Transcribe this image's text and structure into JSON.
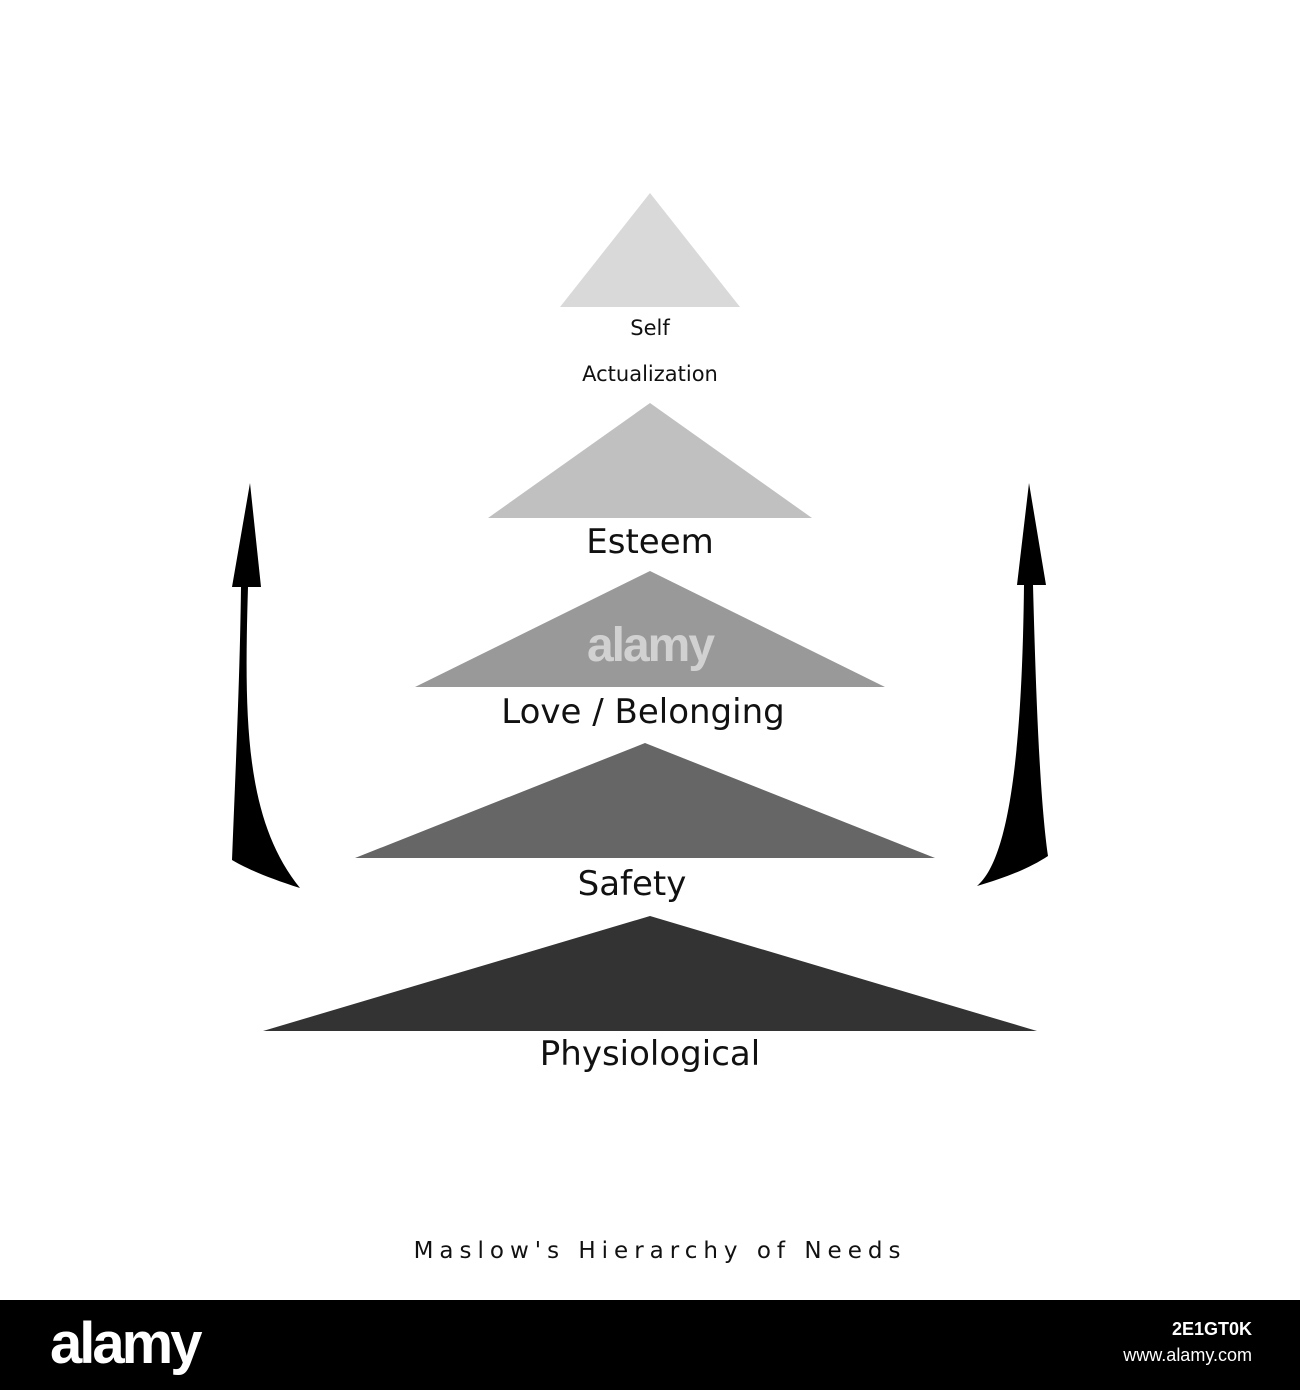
{
  "levels": [
    {
      "label": "Physiological",
      "color": "#333333"
    },
    {
      "label": "Safety",
      "color": "#666666"
    },
    {
      "label": "Love / Belonging",
      "color": "#999999"
    },
    {
      "label": "Esteem",
      "color": "#c0c0c0"
    },
    {
      "label": "Self",
      "label_line2": "Actualization",
      "color": "#d9d9d9"
    }
  ],
  "arrows": {
    "color": "#000000",
    "direction": "up"
  },
  "caption": "Maslow's Hierarchy of Needs",
  "watermark": "alamy",
  "footer": {
    "logo": "alamy",
    "image_code": "2E1GT0K",
    "url": "www.alamy.com",
    "background": "#000000"
  }
}
